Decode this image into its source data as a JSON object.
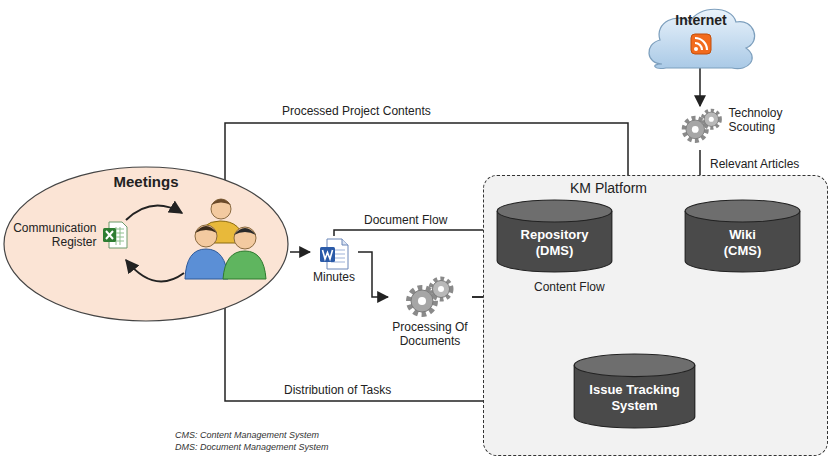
{
  "diagram": {
    "nodes": [
      {
        "text": [
          "Meetings"
        ]
      },
      {
        "text": [
          "Communication Register"
        ],
        "in": 0
      },
      {
        "text": [
          "Minutes"
        ]
      },
      {
        "text": [
          "Processing Of Documents"
        ]
      },
      {
        "text": [
          "KM Platform"
        ]
      },
      {
        "text": [
          "Repository (DMS)"
        ],
        "in": 4
      },
      {
        "text": [
          "Wiki (CMS)"
        ],
        "in": 4
      },
      {
        "text": [
          "Issue Tracking System"
        ],
        "in": 4
      },
      {
        "text": [
          "Internet"
        ]
      },
      {
        "text": [
          "Technoloy Scouting"
        ]
      }
    ],
    "edges": [
      {
        "from": 4,
        "to": 0,
        "label": "Processed Project Contents",
        "arrow": "to"
      },
      {
        "from": 0,
        "to": 2,
        "arrow": "to"
      },
      {
        "from": 2,
        "to": 5,
        "label": "Document Flow",
        "arrow": "to"
      },
      {
        "from": 2,
        "to": 3,
        "arrow": "to"
      },
      {
        "from": 3,
        "to": 6,
        "label": "Content Flow",
        "arrow": "to"
      },
      {
        "from": 3,
        "to": 7,
        "arrow": "to"
      },
      {
        "from": 7,
        "to": 0,
        "label": "Distribution of Tasks",
        "arrow": "to"
      },
      {
        "from": 8,
        "to": 9,
        "arrow": "to"
      },
      {
        "from": 9,
        "to": 6,
        "label": "Relevant Articles",
        "arrow": "to"
      }
    ],
    "labels": [
      "CMS: Content Management System",
      "DMS: Document Management System"
    ]
  }
}
